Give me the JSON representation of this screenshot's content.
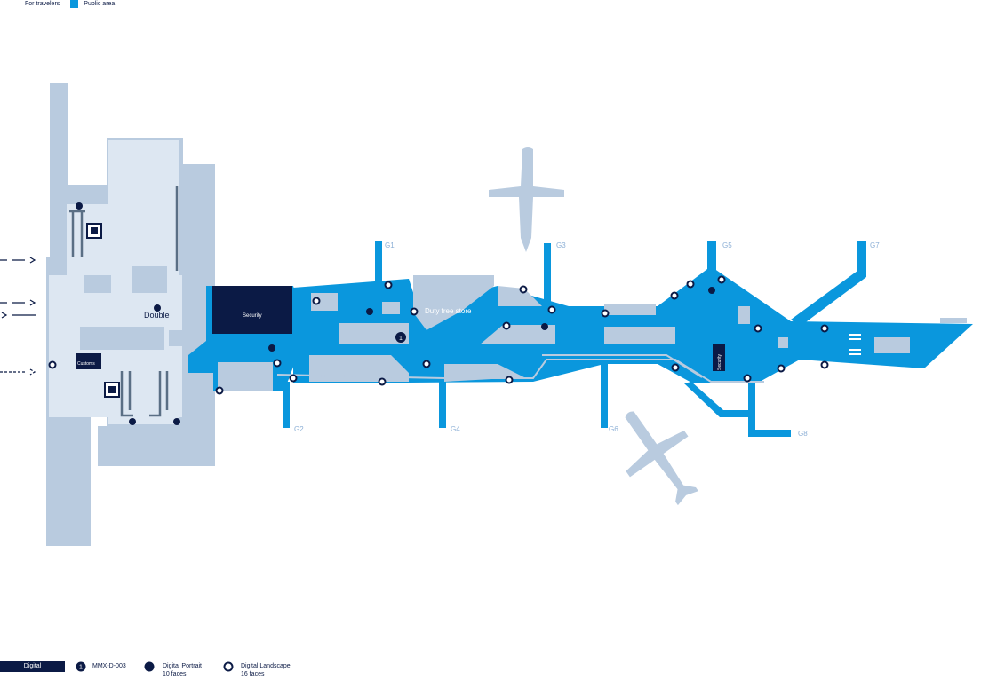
{
  "legend_top": {
    "for_travelers_label": "For travelers",
    "public_area_label": "Public area"
  },
  "legend_bottom": {
    "category_label": "Digital",
    "numbered_marker": "1",
    "numbered_label": "MMX-D-003",
    "portrait_label": "Digital Portrait",
    "portrait_faces": "10 faces",
    "landscape_label": "Digital Landscape",
    "landscape_faces": "16  faces"
  },
  "map_labels": {
    "double": "Double",
    "security_main": "Security",
    "security_pier": "Security",
    "customs": "Customs",
    "duty_free": "Duty free store",
    "ad_number": "1"
  },
  "gates": [
    "G1",
    "G2",
    "G3",
    "G4",
    "G5",
    "G6",
    "G7",
    "G8"
  ],
  "colors": {
    "public_area": "#0a97dd",
    "traveler_area": "#b9cbdf",
    "light_area": "#dde7f2",
    "navy": "#0b1a45",
    "gate_text": "#8db0d6"
  }
}
